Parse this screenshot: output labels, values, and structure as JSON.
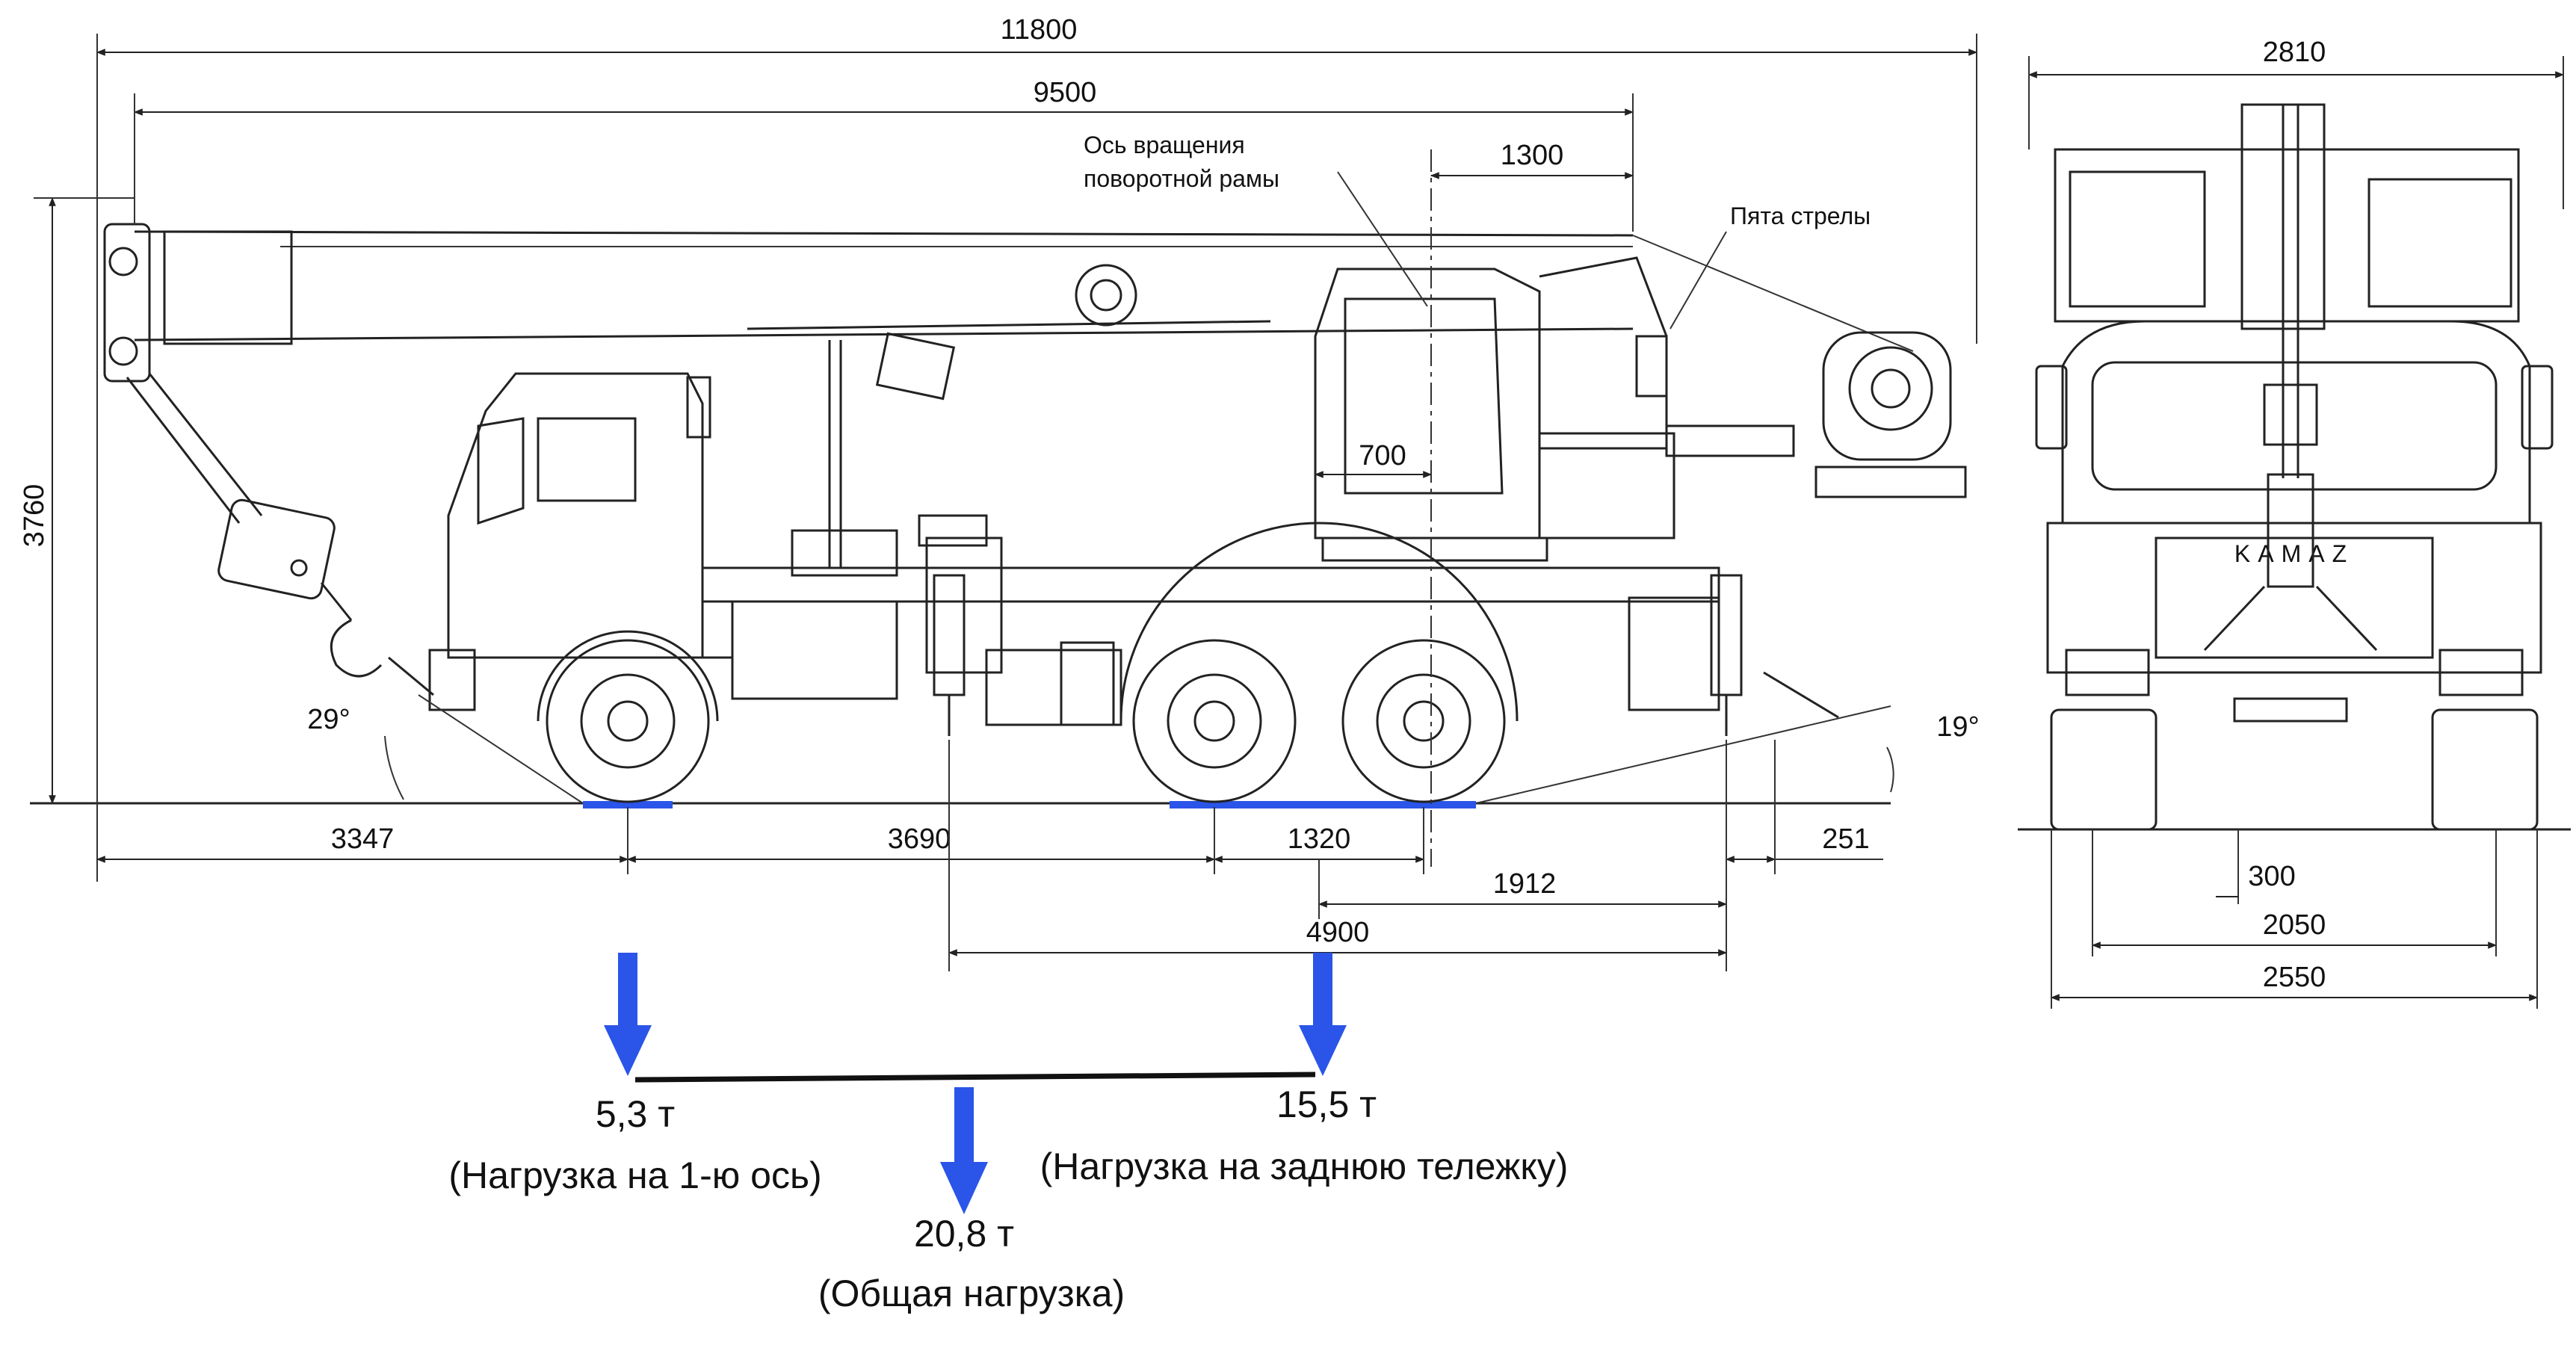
{
  "dimensions": {
    "overall_length": "11800",
    "boom_length": "9500",
    "rotation_offset": "1300",
    "overall_height": "3760",
    "cab_offset": "700",
    "front_overhang": "3347",
    "wheelbase_front": "3690",
    "bogie_base": "1320",
    "outrigger_to_axis": "1912",
    "rear_overhang": "251",
    "outrigger_base": "4900",
    "front_angle": "29°",
    "rear_angle": "19°",
    "front_width_top": "2810",
    "front_width_offset": "300",
    "front_track": "2050",
    "front_width": "2550"
  },
  "notes": {
    "rotation_axis_line1": "Ось вращения",
    "rotation_axis_line2": "поворотной рамы",
    "boom_heel": "Пята стрелы",
    "brand": "KAMAZ"
  },
  "loads": {
    "front_axle_value": "5,3 т",
    "front_axle_label": "(Нагрузка на 1-ю ось)",
    "rear_bogie_value": "15,5 т",
    "rear_bogie_label": "(Нагрузка на заднюю тележку)",
    "total_value": "20,8 т",
    "total_label": "(Общая нагрузка)"
  },
  "colors": {
    "load_arrow": "#2a55e8",
    "line": "#222222"
  }
}
